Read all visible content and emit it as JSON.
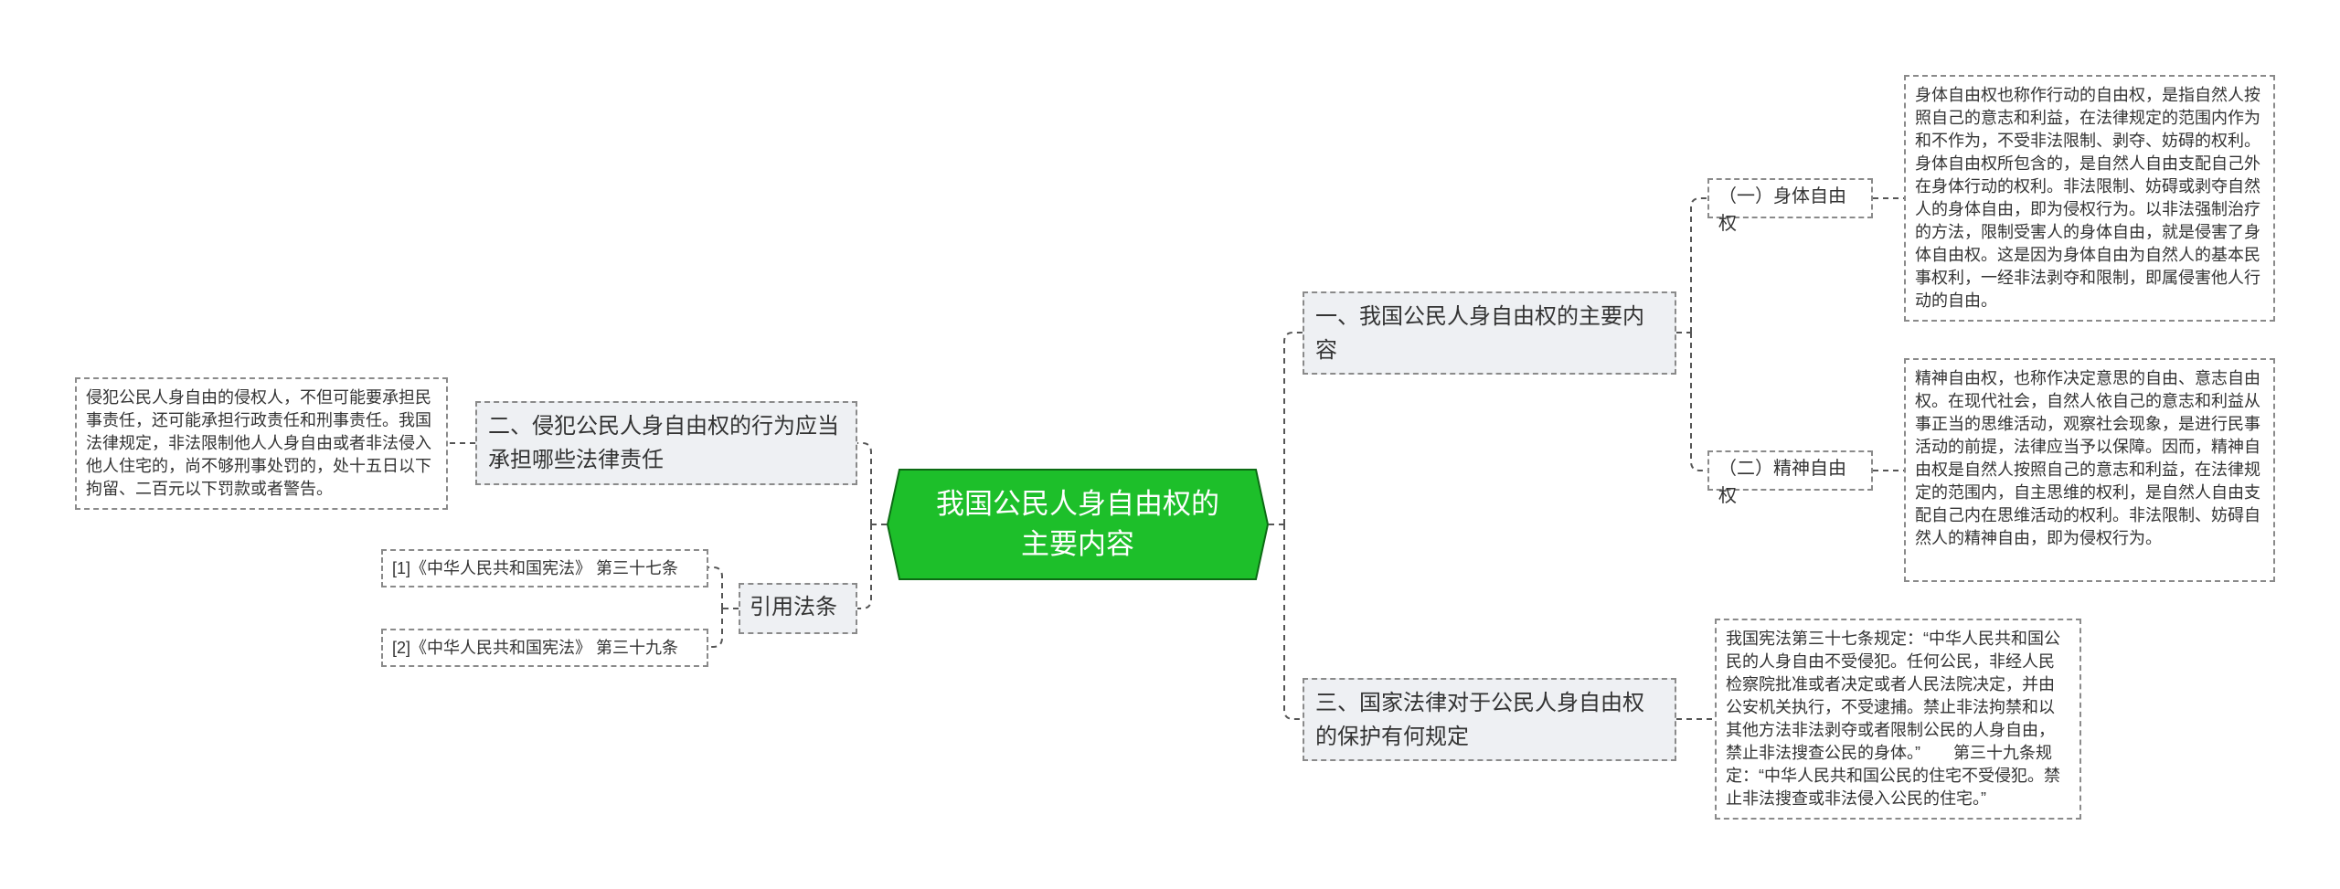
{
  "root": {
    "title": "我国公民人身自由权的主要内容",
    "color": "#1dbf2a",
    "border": "#0c6b14"
  },
  "branches": {
    "b1": {
      "title": "一、我国公民人身自由权的主要内容",
      "children": {
        "c1": {
          "label": "（一）身体自由权",
          "text": "身体自由权也称作行动的自由权，是指自然人按照自己的意志和利益，在法律规定的范围内作为和不作为，不受非法限制、剥夺、妨碍的权利。身体自由权所包含的，是自然人自由支配自己外在身体行动的权利。非法限制、妨碍或剥夺自然人的身体自由，即为侵权行为。以非法强制治疗的方法，限制受害人的身体自由，就是侵害了身体自由权。这是因为身体自由为自然人的基本民事权利，一经非法剥夺和限制，即属侵害他人行动的自由。"
        },
        "c2": {
          "label": "（二）精神自由权",
          "text": "精神自由权，也称作决定意思的自由、意志自由权。在现代社会，自然人依自己的意志和利益从事正当的思维活动，观察社会现象，是进行民事活动的前提，法律应当予以保障。因而，精神自由权是自然人按照自己的意志和利益，在法律规定的范围内，自主思维的权利，是自然人自由支配自己内在思维活动的权利。非法限制、妨碍自然人的精神自由，即为侵权行为。"
        }
      }
    },
    "b2": {
      "title": "二、侵犯公民人身自由权的行为应当承担哪些法律责任",
      "text": "侵犯公民人身自由的侵权人，不但可能要承担民事责任，还可能承担行政责任和刑事责任。我国法律规定，非法限制他人人身自由或者非法侵入他人住宅的，尚不够刑事处罚的，处十五日以下拘留、二百元以下罚款或者警告。"
    },
    "b3": {
      "title": "引用法条",
      "refs": [
        "[1]《中华人民共和国宪法》 第三十七条",
        "[2]《中华人民共和国宪法》 第三十九条"
      ]
    },
    "b4": {
      "title": "三、国家法律对于公民人身自由权的保护有何规定",
      "text": "我国宪法第三十七条规定：“中华人民共和国公民的人身自由不受侵犯。任何公民，非经人民检察院批准或者决定或者人民法院决定，并由公安机关执行，不受逮捕。禁止非法拘禁和以其他方法非法剥夺或者限制公民的人身自由，禁止非法搜查公民的身体。”　　第三十九条规定：“中华人民共和国公民的住宅不受侵犯。禁止非法搜查或非法侵入公民的住宅。”"
    }
  }
}
